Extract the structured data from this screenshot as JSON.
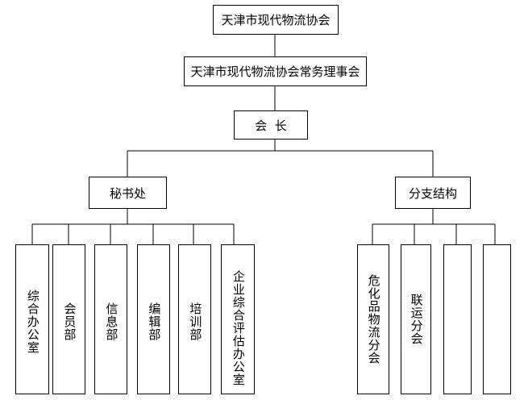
{
  "org_chart": {
    "root": "天津市现代物流协会",
    "council": "天津市现代物流协会常务理事会",
    "president": "会  长",
    "secretariat": {
      "label": "秘书处",
      "departments": [
        "综合办公室",
        "会员部",
        "信息部",
        "编辑部",
        "培训部",
        "企业综合评估办公室"
      ]
    },
    "branches": {
      "label": "分支结构",
      "departments": [
        "危化品物流分会",
        "联运分会",
        "",
        ""
      ]
    }
  }
}
